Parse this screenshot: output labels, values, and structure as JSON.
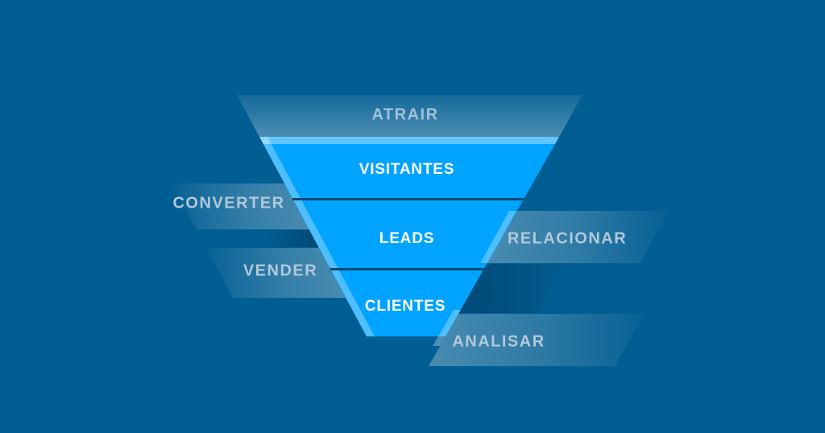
{
  "diagram": {
    "type": "inverted-funnel",
    "title": "marketing-sales-funnel",
    "colors": {
      "background": "#015e92",
      "funnel_fill": "#00a3ff",
      "divider": "#0c4a70",
      "stage_text": "#ffffff",
      "action_text": "#b2c8d8",
      "band_highlight": "#ffffff"
    },
    "funnel": {
      "stages": [
        {
          "label": "VISITANTES"
        },
        {
          "label": "LEADS"
        },
        {
          "label": "CLIENTES"
        }
      ],
      "actions": [
        {
          "label": "ATRAIR",
          "side": "top"
        },
        {
          "label": "CONVERTER",
          "side": "left"
        },
        {
          "label": "RELACIONAR",
          "side": "right"
        },
        {
          "label": "VENDER",
          "side": "left"
        },
        {
          "label": "ANALISAR",
          "side": "right"
        }
      ]
    }
  }
}
